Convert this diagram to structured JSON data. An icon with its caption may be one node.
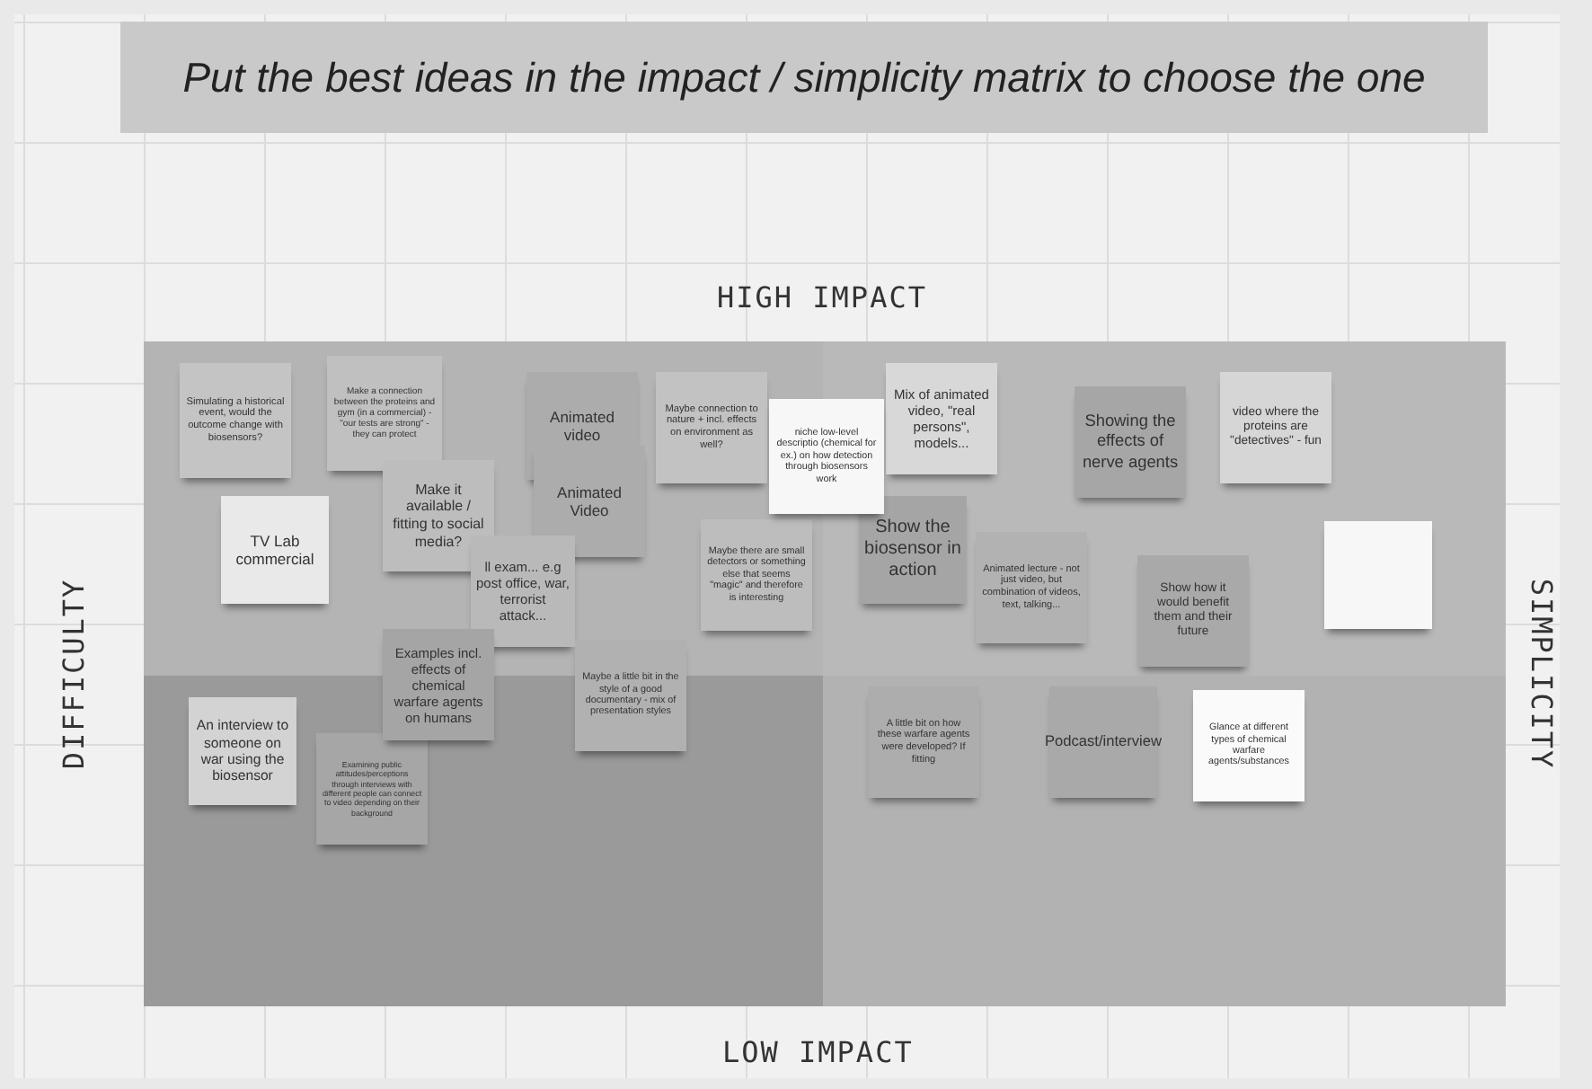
{
  "diagram": {
    "title": "Put the best ideas in the impact / simplicity matrix to choose the one",
    "nodes": [
      {
        "text": [],
        "shape": "box"
      },
      {
        "text": [],
        "shape": "box"
      },
      {
        "text": [],
        "shape": "box"
      },
      {
        "text": [],
        "shape": "box"
      },
      {
        "text": [
          "Simulating a historical event, would the outcome change with biosensors?"
        ],
        "in": 0
      },
      {
        "text": [
          "Make a connection between the proteins and gym (in a commercial) - \"our tests are strong\" - they can protect"
        ],
        "in": 0
      },
      {
        "text": [
          "Animated video"
        ],
        "in": 0
      },
      {
        "text": [
          "Maybe connection to nature + incl. effects on environment as well?"
        ],
        "in": 0
      },
      {
        "text": [
          "niche low-level descriptio (chemical for ex.) on how detection through biosensors work"
        ]
      },
      {
        "text": [
          "Mix of animated video, \"real persons\", models..."
        ],
        "in": 1
      },
      {
        "text": [
          "Showing the effects of nerve agents"
        ],
        "in": 1
      },
      {
        "text": [
          "video where the proteins are \"detectives\" - fun"
        ],
        "in": 1
      },
      {
        "text": [
          "TV Lab commercial"
        ],
        "in": 0
      },
      {
        "text": [
          "Make it available / fitting to social media?"
        ],
        "in": 0
      },
      {
        "text": [
          "Animated Video"
        ],
        "in": 0
      },
      {
        "text": [
          "ll exam... e.g post office, war, terrorist attack..."
        ],
        "in": 0
      },
      {
        "text": [
          "Maybe there are small detectors or something else that seems \"magic\" and therefore is interesting"
        ],
        "in": 0
      },
      {
        "text": [
          "Show the biosensor in action"
        ],
        "in": 1
      },
      {
        "text": [
          "Animated lecture - not just video, but combination of videos, text, talking..."
        ],
        "in": 1
      },
      {
        "text": [
          "Show how it would benefit them and their future"
        ],
        "in": 1
      },
      {
        "text": [],
        "shape": "box",
        "in": 1
      },
      {
        "text": [
          "Examples incl. effects of chemical warfare agents on humans"
        ]
      },
      {
        "text": [
          "Maybe a little bit in the style of a good documentary - mix of presentation styles"
        ]
      },
      {
        "text": [
          "An interview to someone on war using the biosensor"
        ],
        "in": 2
      },
      {
        "text": [
          "Examining public attitudes/perceptions through interviews with different people can connect to video depending on their background"
        ],
        "in": 2
      },
      {
        "text": [
          "A little bit on how these warfare agents were developed? If fitting"
        ],
        "in": 3
      },
      {
        "text": [
          "Podcast/interview"
        ],
        "in": 3
      },
      {
        "text": [
          "Glance at different types of chemical warfare agents/substances"
        ],
        "in": 3
      }
    ],
    "labels": [
      "HIGH IMPACT",
      "DIFFICULTY",
      "SIMPLICITY",
      "LOW IMPACT"
    ]
  }
}
